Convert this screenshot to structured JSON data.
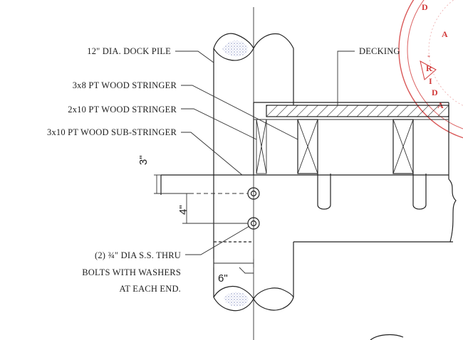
{
  "labels": {
    "dock_pile": "12\" DIA. DOCK PILE",
    "decking": "DECKING",
    "stringer_3x8": "3x8 PT WOOD STRINGER",
    "stringer_2x10": "2x10 PT WOOD STRINGER",
    "sub_stringer_3x10": "3x10 PT WOOD SUB-STRINGER",
    "bolts_line1": "(2) ¾\" DIA S.S. THRU",
    "bolts_line2": "BOLTS WITH WASHERS",
    "bolts_line3": "AT EACH END."
  },
  "dimensions": {
    "top_offset": "3\"",
    "bolt_spacing": "4\"",
    "bolt_edge": "6\""
  },
  "seal": {
    "letters": [
      "D",
      "A",
      "-",
      "R",
      "I",
      "D",
      "A"
    ],
    "color": "#d23a3a",
    "icon": "engineer-seal-stamp"
  },
  "colors": {
    "ink": "#222222",
    "pile_hatch": "#9aa3c8",
    "seal": "#d23a3a"
  }
}
